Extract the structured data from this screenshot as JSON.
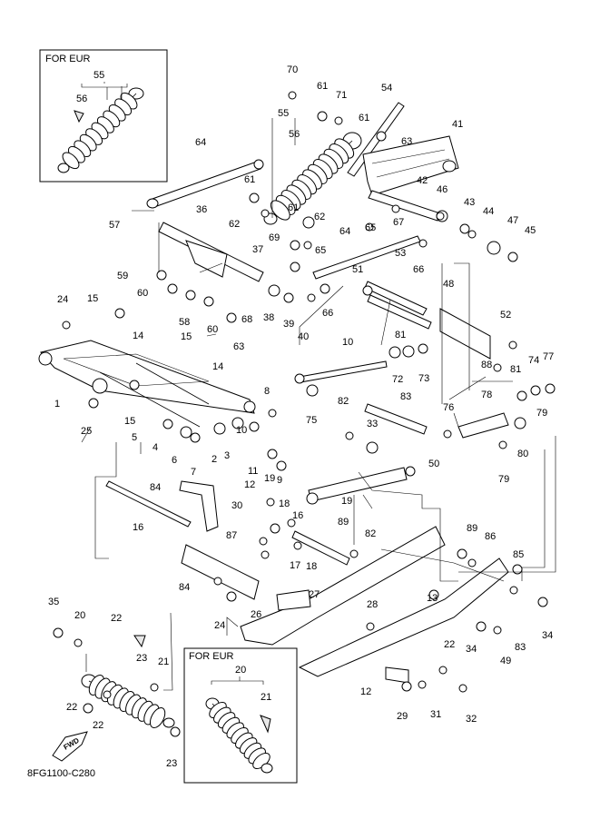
{
  "eur_box_top": {
    "title": "FOR EUR",
    "labels": [
      "55",
      "56"
    ]
  },
  "eur_box_bottom": {
    "title": "FOR EUR",
    "labels": [
      "20",
      "21"
    ]
  },
  "diagram_code": "8FG1100-C280",
  "fwd_label": "FWD",
  "callouts": [
    "70",
    "61",
    "71",
    "54",
    "55",
    "56",
    "41",
    "61",
    "63",
    "64",
    "61",
    "62",
    "36",
    "61",
    "62",
    "42",
    "46",
    "43",
    "44",
    "47",
    "45",
    "67",
    "65",
    "69",
    "65",
    "64",
    "66",
    "57",
    "59",
    "60",
    "58",
    "60",
    "63",
    "37",
    "68",
    "38",
    "39",
    "40",
    "66",
    "51",
    "53",
    "48",
    "52",
    "24",
    "15",
    "14",
    "15",
    "14",
    "1",
    "25",
    "15",
    "5",
    "4",
    "6",
    "7",
    "2",
    "3",
    "10",
    "11",
    "8",
    "12",
    "19",
    "9",
    "10",
    "72",
    "73",
    "75",
    "82",
    "83",
    "33",
    "81",
    "74",
    "77",
    "78",
    "76",
    "79",
    "79",
    "80",
    "81",
    "50",
    "84",
    "16",
    "30",
    "18",
    "16",
    "89",
    "87",
    "17",
    "18",
    "19",
    "82",
    "89",
    "86",
    "85",
    "84",
    "24",
    "26",
    "27",
    "28",
    "13",
    "34",
    "34",
    "83",
    "49",
    "35",
    "22",
    "20",
    "23",
    "21",
    "22",
    "22",
    "23",
    "22",
    "12",
    "29",
    "31",
    "32",
    "88",
    "51"
  ]
}
